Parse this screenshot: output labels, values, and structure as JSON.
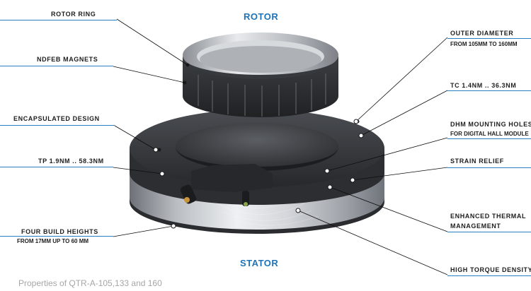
{
  "headings": {
    "rotor": "ROTOR",
    "stator": "STATOR"
  },
  "labels": {
    "rotor_ring": "ROTOR RING",
    "ndfeb_magnets": "NDFEB MAGNETS",
    "encapsulated_design": "ENCAPSULATED DESIGN",
    "tp_range": "TP 1.9NM .. 58.3NM",
    "four_build_heights": "FOUR BUILD HEIGHTS",
    "four_build_heights_sub": "FROM 17MM UP TO 60 MM",
    "outer_diameter": "OUTER DIAMETER",
    "outer_diameter_sub": "FROM 105MM TO 160MM",
    "tc_range": "TC 1.4NM .. 36.3NM",
    "dhm_holes": "DHM MOUNTING HOLES",
    "dhm_holes_sub": "FOR DIGITAL HALL MODULE",
    "strain_relief": "STRAIN RELIEF",
    "thermal_line1": "ENHANCED THERMAL",
    "thermal_line2": "MANAGEMENT",
    "high_torque": "HIGH TORQUE DENSITY"
  },
  "caption": "Properties of QTR-A-105,133 and 160",
  "colors": {
    "accent": "#2a7fc0",
    "heading": "#1f74b8",
    "magnet": "#2b2d30",
    "steel": "#c9ccd0"
  }
}
